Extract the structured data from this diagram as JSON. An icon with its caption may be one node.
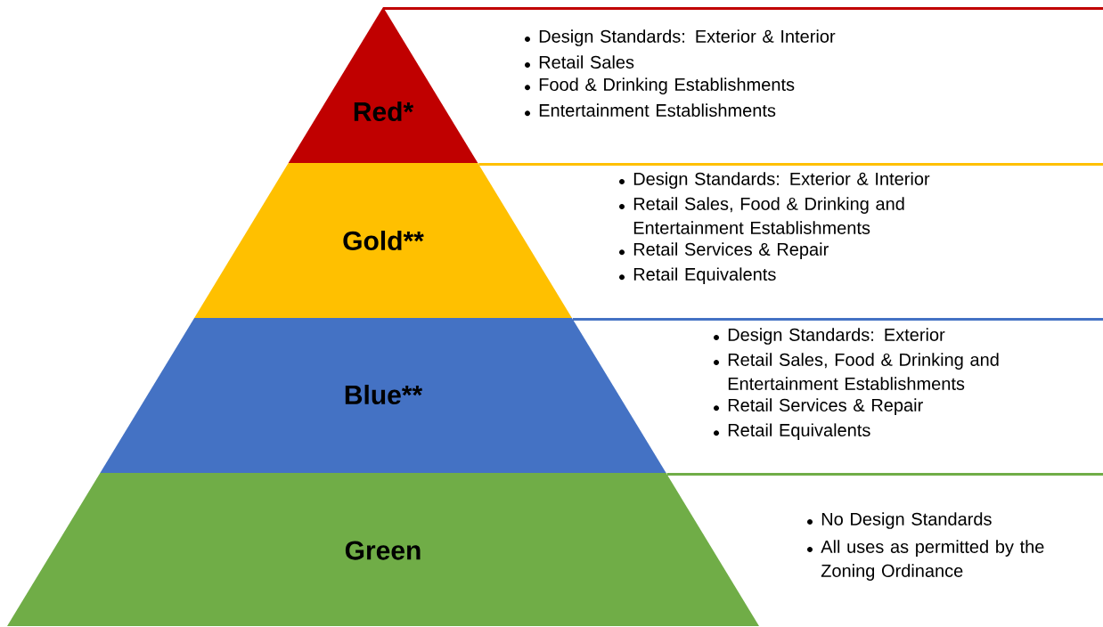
{
  "diagram": {
    "nodes": [
      {
        "text": [
          "Red*"
        ],
        "beside": [
          "Design Standards: Exterior & Interior",
          "Retail Sales",
          "Food & Drinking Establishments",
          "Entertainment Establishments"
        ]
      },
      {
        "text": [
          "Gold**"
        ],
        "beside": [
          "Design Standards: Exterior & Interior",
          "Retail Sales, Food & Drinking and Entertainment Establishments",
          "Retail Services & Repair",
          "Retail Equivalents"
        ]
      },
      {
        "text": [
          "Blue**"
        ],
        "beside": [
          "Design Standards: Exterior",
          "Retail Sales, Food & Drinking and Entertainment Establishments",
          "Retail Services & Repair",
          "Retail Equivalents"
        ]
      },
      {
        "text": [
          "Green"
        ],
        "beside": [
          "No Design Standards",
          "All uses as permitted by the Zoning Ordinance"
        ]
      }
    ]
  }
}
